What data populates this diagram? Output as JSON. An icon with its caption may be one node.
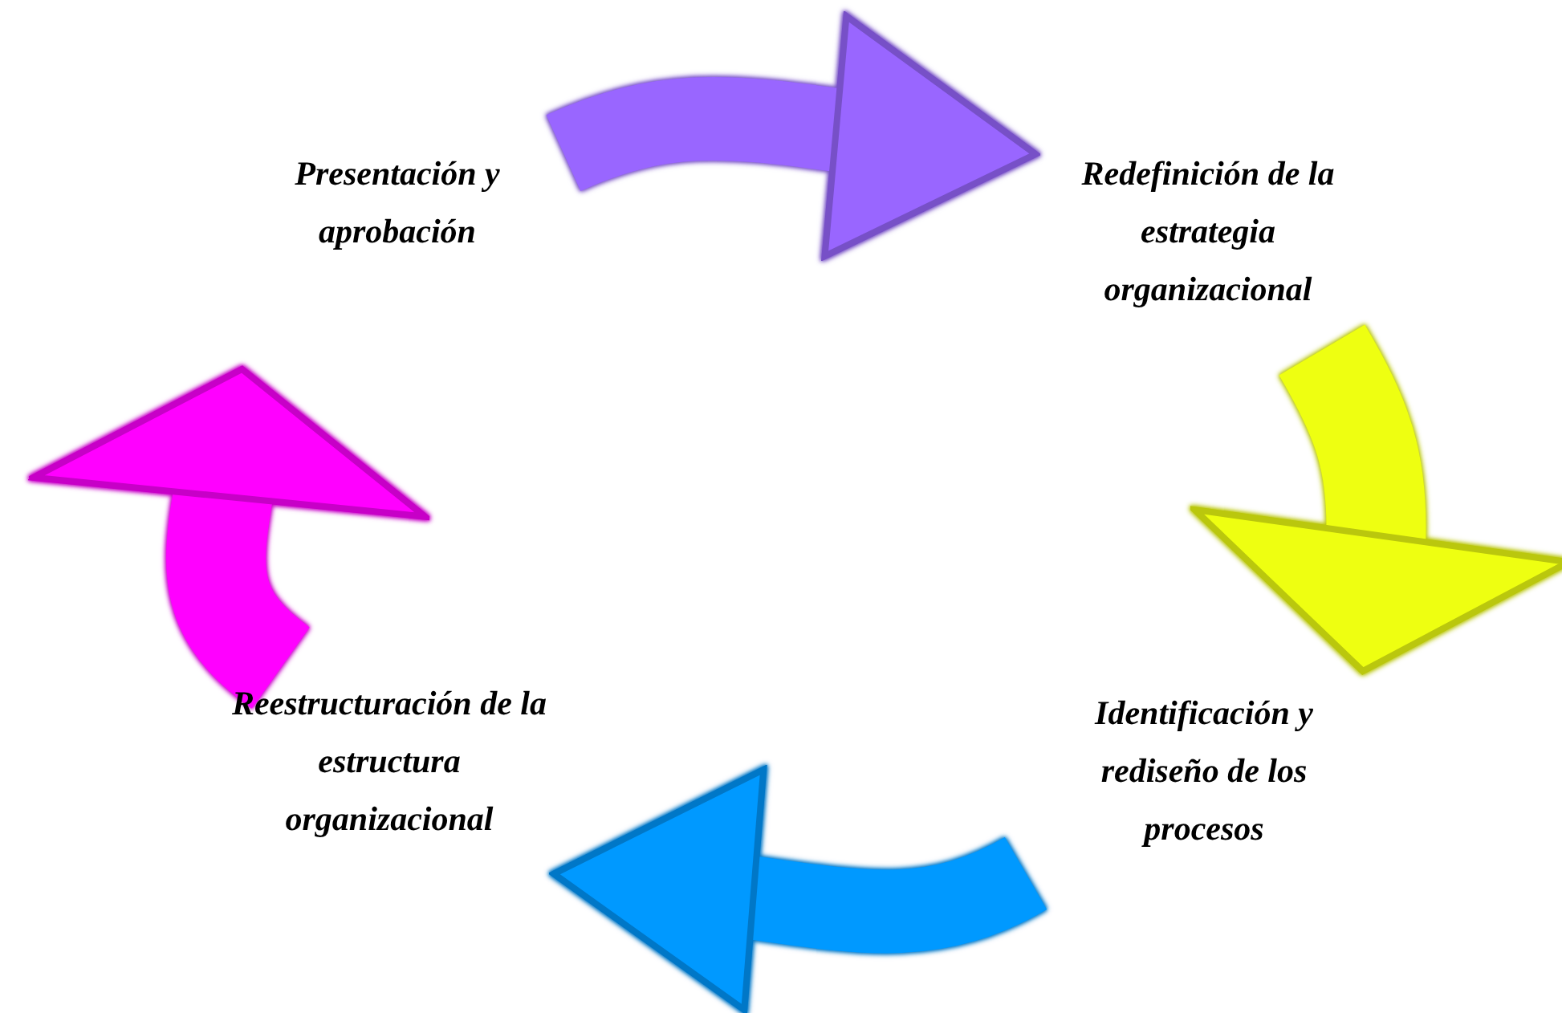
{
  "diagram": {
    "nodes": [
      {
        "text": [
          "Presentación y aprobación"
        ]
      },
      {
        "text": [
          "Redefinición de la estrategia organizacional"
        ]
      },
      {
        "text": [
          "Identificación y rediseño de los procesos"
        ]
      },
      {
        "text": [
          "Reestructuración de la estructura organizacional"
        ]
      }
    ],
    "edges": [
      {
        "from": 0,
        "to": 1,
        "arrow": "to",
        "color": "#9966ff"
      },
      {
        "from": 1,
        "to": 2,
        "arrow": "to",
        "color": "#eeff11"
      },
      {
        "from": 2,
        "to": 3,
        "arrow": "to",
        "color": "#0099ff"
      },
      {
        "from": 3,
        "to": 0,
        "arrow": "to",
        "color": "#ff00ff"
      }
    ]
  }
}
